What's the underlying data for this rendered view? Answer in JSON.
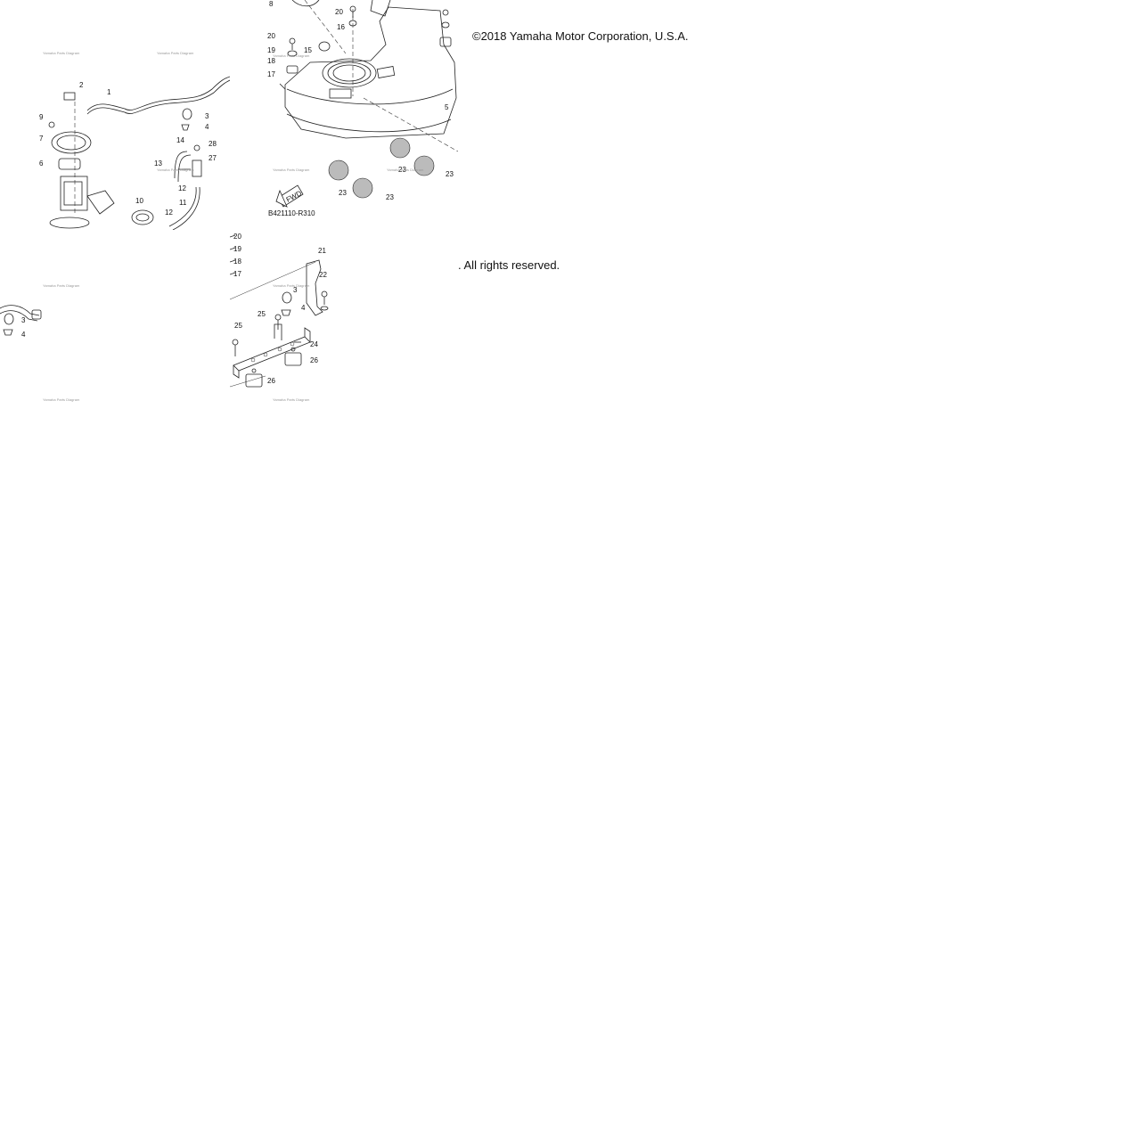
{
  "copyright": {
    "line1": "©2018 Yamaha Motor Corporation, U.S.A.",
    "line2": ". All rights reserved."
  },
  "diagram": {
    "code": "B421110-R310",
    "fwd": "FWD",
    "watermark": "Yamaha Parts Diagram"
  },
  "callouts": {
    "p1": [
      "1",
      "2",
      "3",
      "4",
      "6",
      "7",
      "9",
      "10",
      "11",
      "12",
      "12",
      "13",
      "14",
      "27",
      "28"
    ],
    "p2": [
      "8",
      "20",
      "16",
      "20",
      "19",
      "18",
      "17",
      "15",
      "5",
      "23",
      "23",
      "23",
      "23"
    ],
    "p3": [
      "3",
      "4"
    ],
    "p4": [
      "20",
      "19",
      "18",
      "17",
      "21",
      "22",
      "3",
      "4",
      "25",
      "25",
      "24",
      "26",
      "26"
    ]
  }
}
